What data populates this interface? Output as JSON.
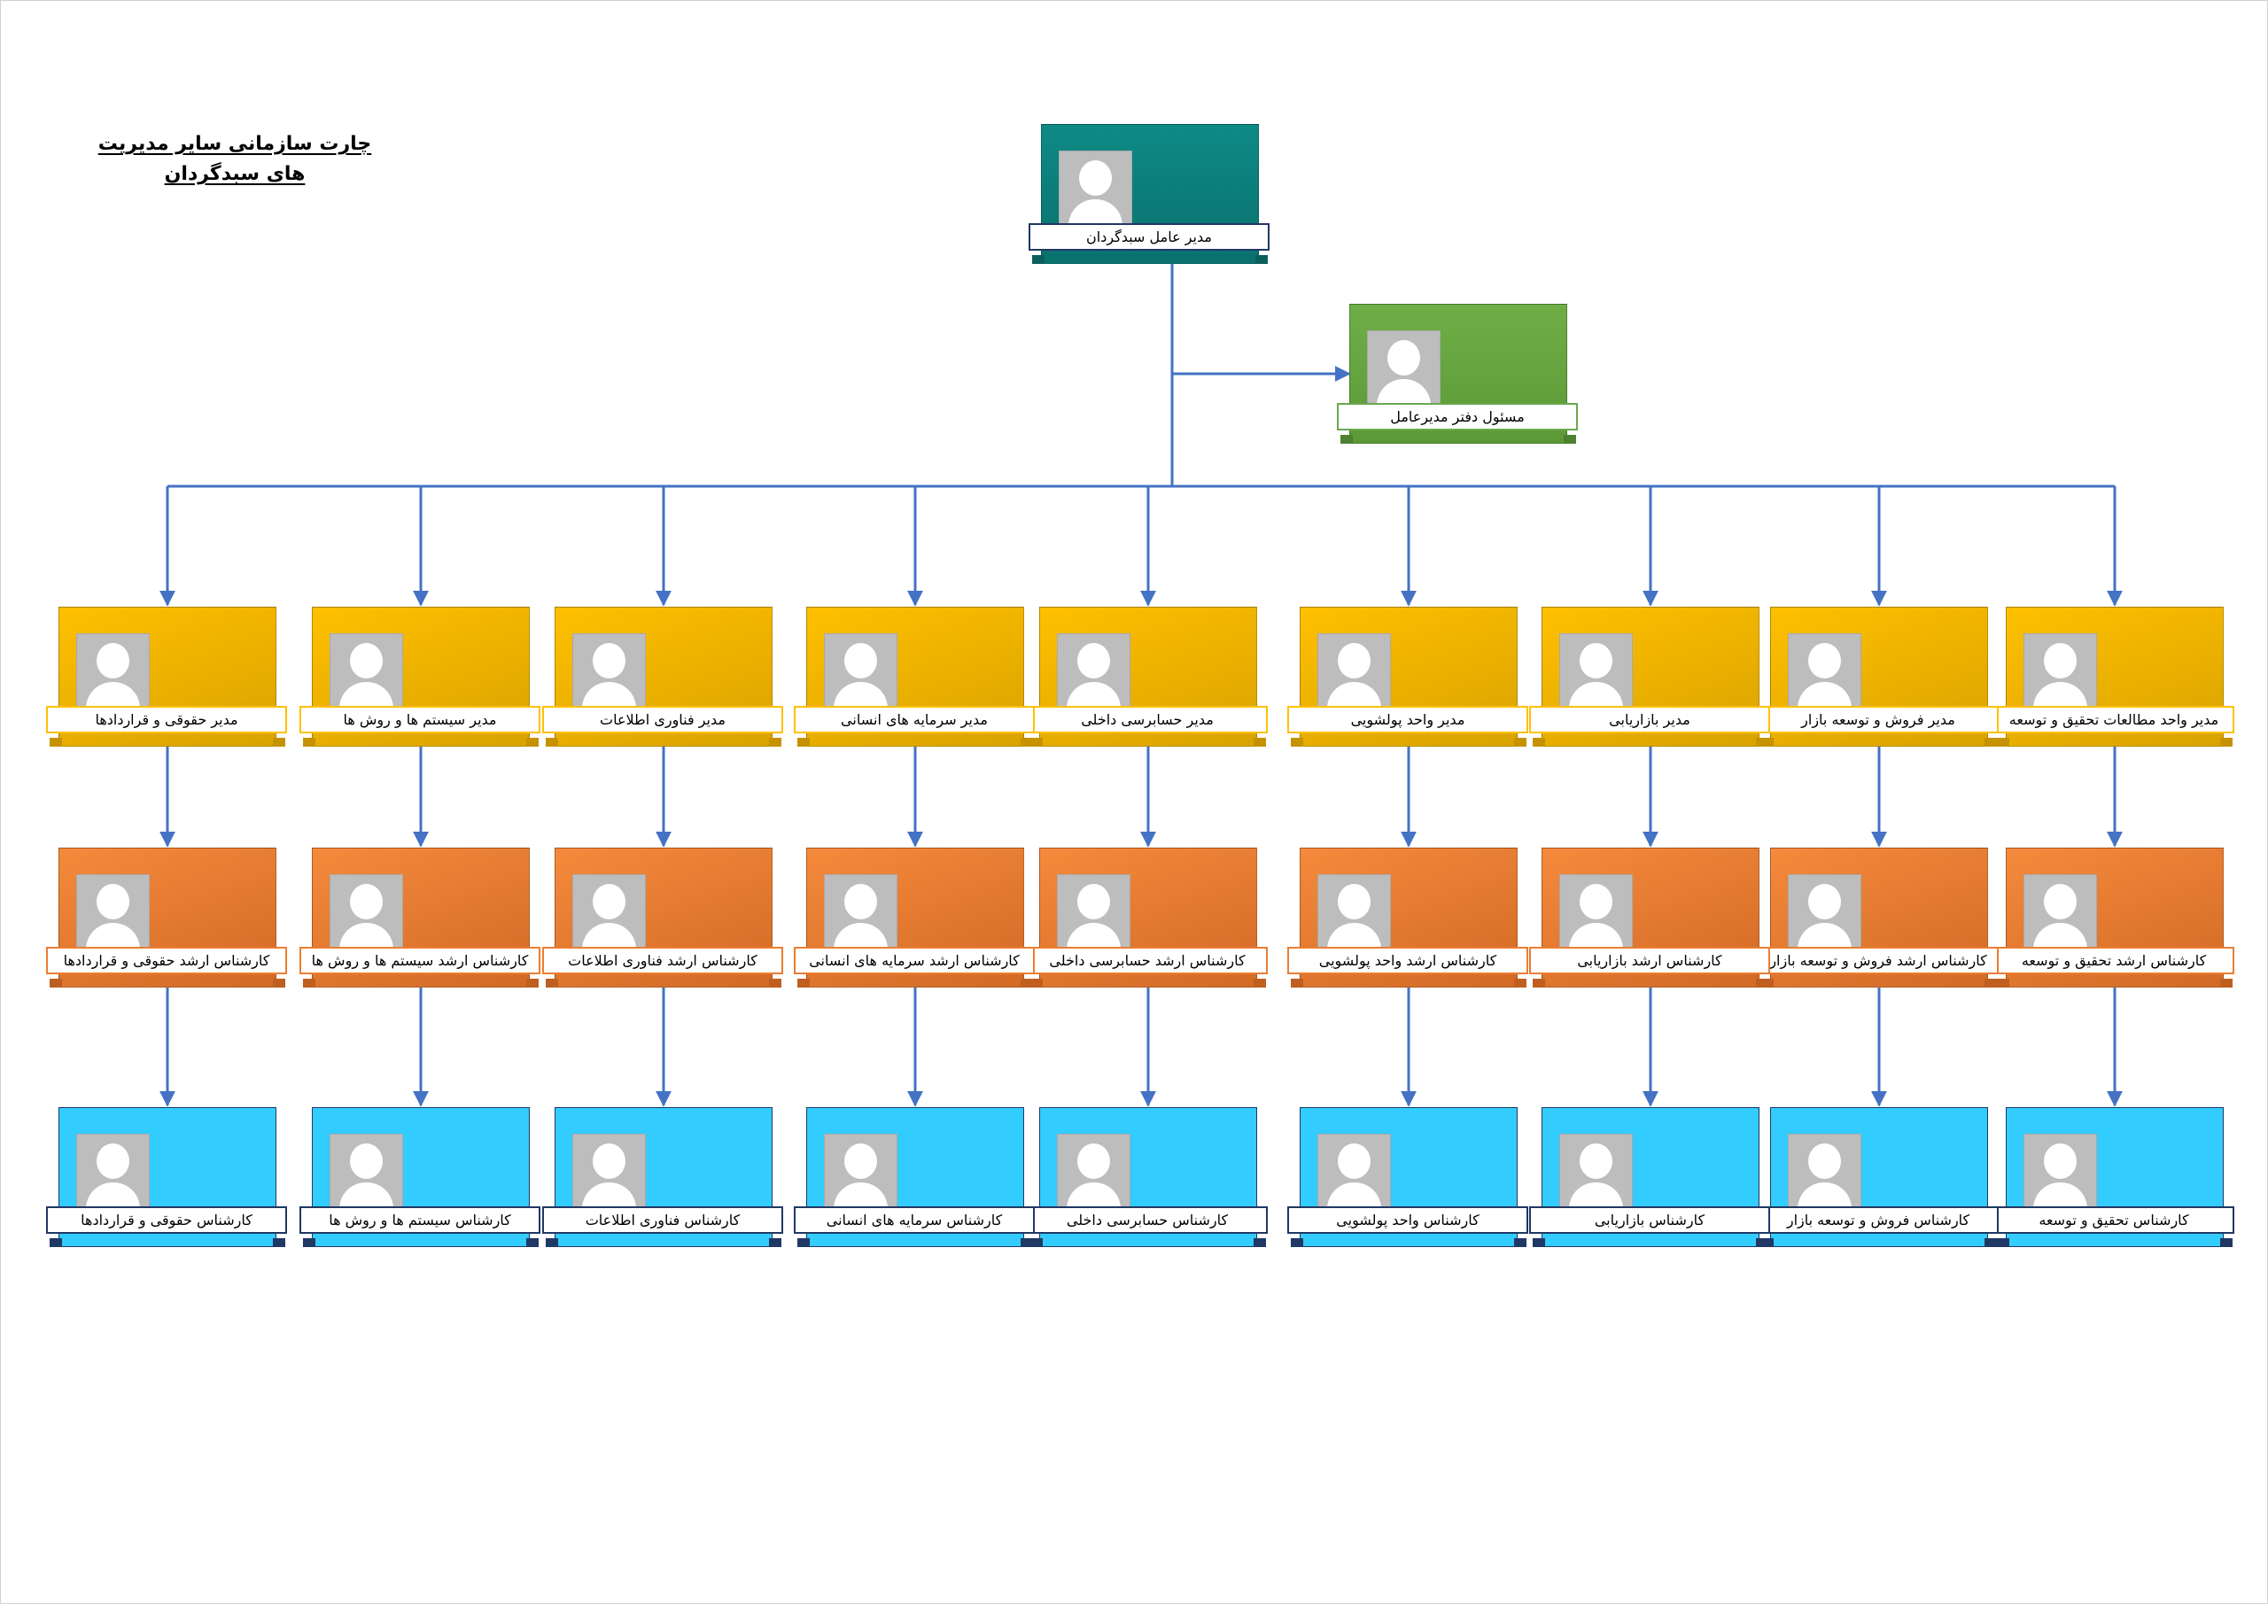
{
  "title": "چارت سازمانی سایر مدیریت های سبدگردان",
  "colors": {
    "connector": "#4472c4",
    "ceo": "#0e8a86",
    "office": "#70ad47",
    "managers": "#ffc000",
    "senior_experts": "#ed7d31",
    "experts": "#33ccff"
  },
  "ceo": {
    "label": "مدیر عامل سبدگردان"
  },
  "office": {
    "label": "مسئول دفتر مدیرعامل"
  },
  "departments": [
    {
      "manager": "مدیر واحد مطالعات تحقیق و توسعه",
      "senior": "کارشناس ارشد تحقیق و توسعه",
      "expert": "کارشناس تحقیق و توسعه"
    },
    {
      "manager": "مدیر فروش و توسعه بازار",
      "senior": "کارشناس ارشد فروش و توسعه بازار",
      "expert": "کارشناس فروش و توسعه بازار"
    },
    {
      "manager": "مدیر بازاریابی",
      "senior": "کارشناس ارشد بازاریابی",
      "expert": "کارشناس بازاریابی"
    },
    {
      "manager": "مدیر واحد پولشویی",
      "senior": "کارشناس ارشد واحد پولشویی",
      "expert": "کارشناس واحد پولشویی"
    },
    {
      "manager": "مدیر حسابرسی داخلی",
      "senior": "کارشناس ارشد حسابرسی داخلی",
      "expert": "کارشناس حسابرسی داخلی"
    },
    {
      "manager": "مدیر سرمایه های انسانی",
      "senior": "کارشناس ارشد سرمایه های انسانی",
      "expert": "کارشناس سرمایه های انسانی"
    },
    {
      "manager": "مدیر فناوری اطلاعات",
      "senior": "کارشناس ارشد فناوری اطلاعات",
      "expert": "کارشناس فناوری اطلاعات"
    },
    {
      "manager": "مدیر سیستم ها و روش ها",
      "senior": "کارشناس ارشد سیستم ها و روش ها",
      "expert": "کارشناس سیستم ها و روش ها"
    },
    {
      "manager": "مدیر حقوقی و قراردادها",
      "senior": "کارشناس ارشد حقوقی و قراردادها",
      "expert": "کارشناس حقوقی و قراردادها"
    }
  ]
}
